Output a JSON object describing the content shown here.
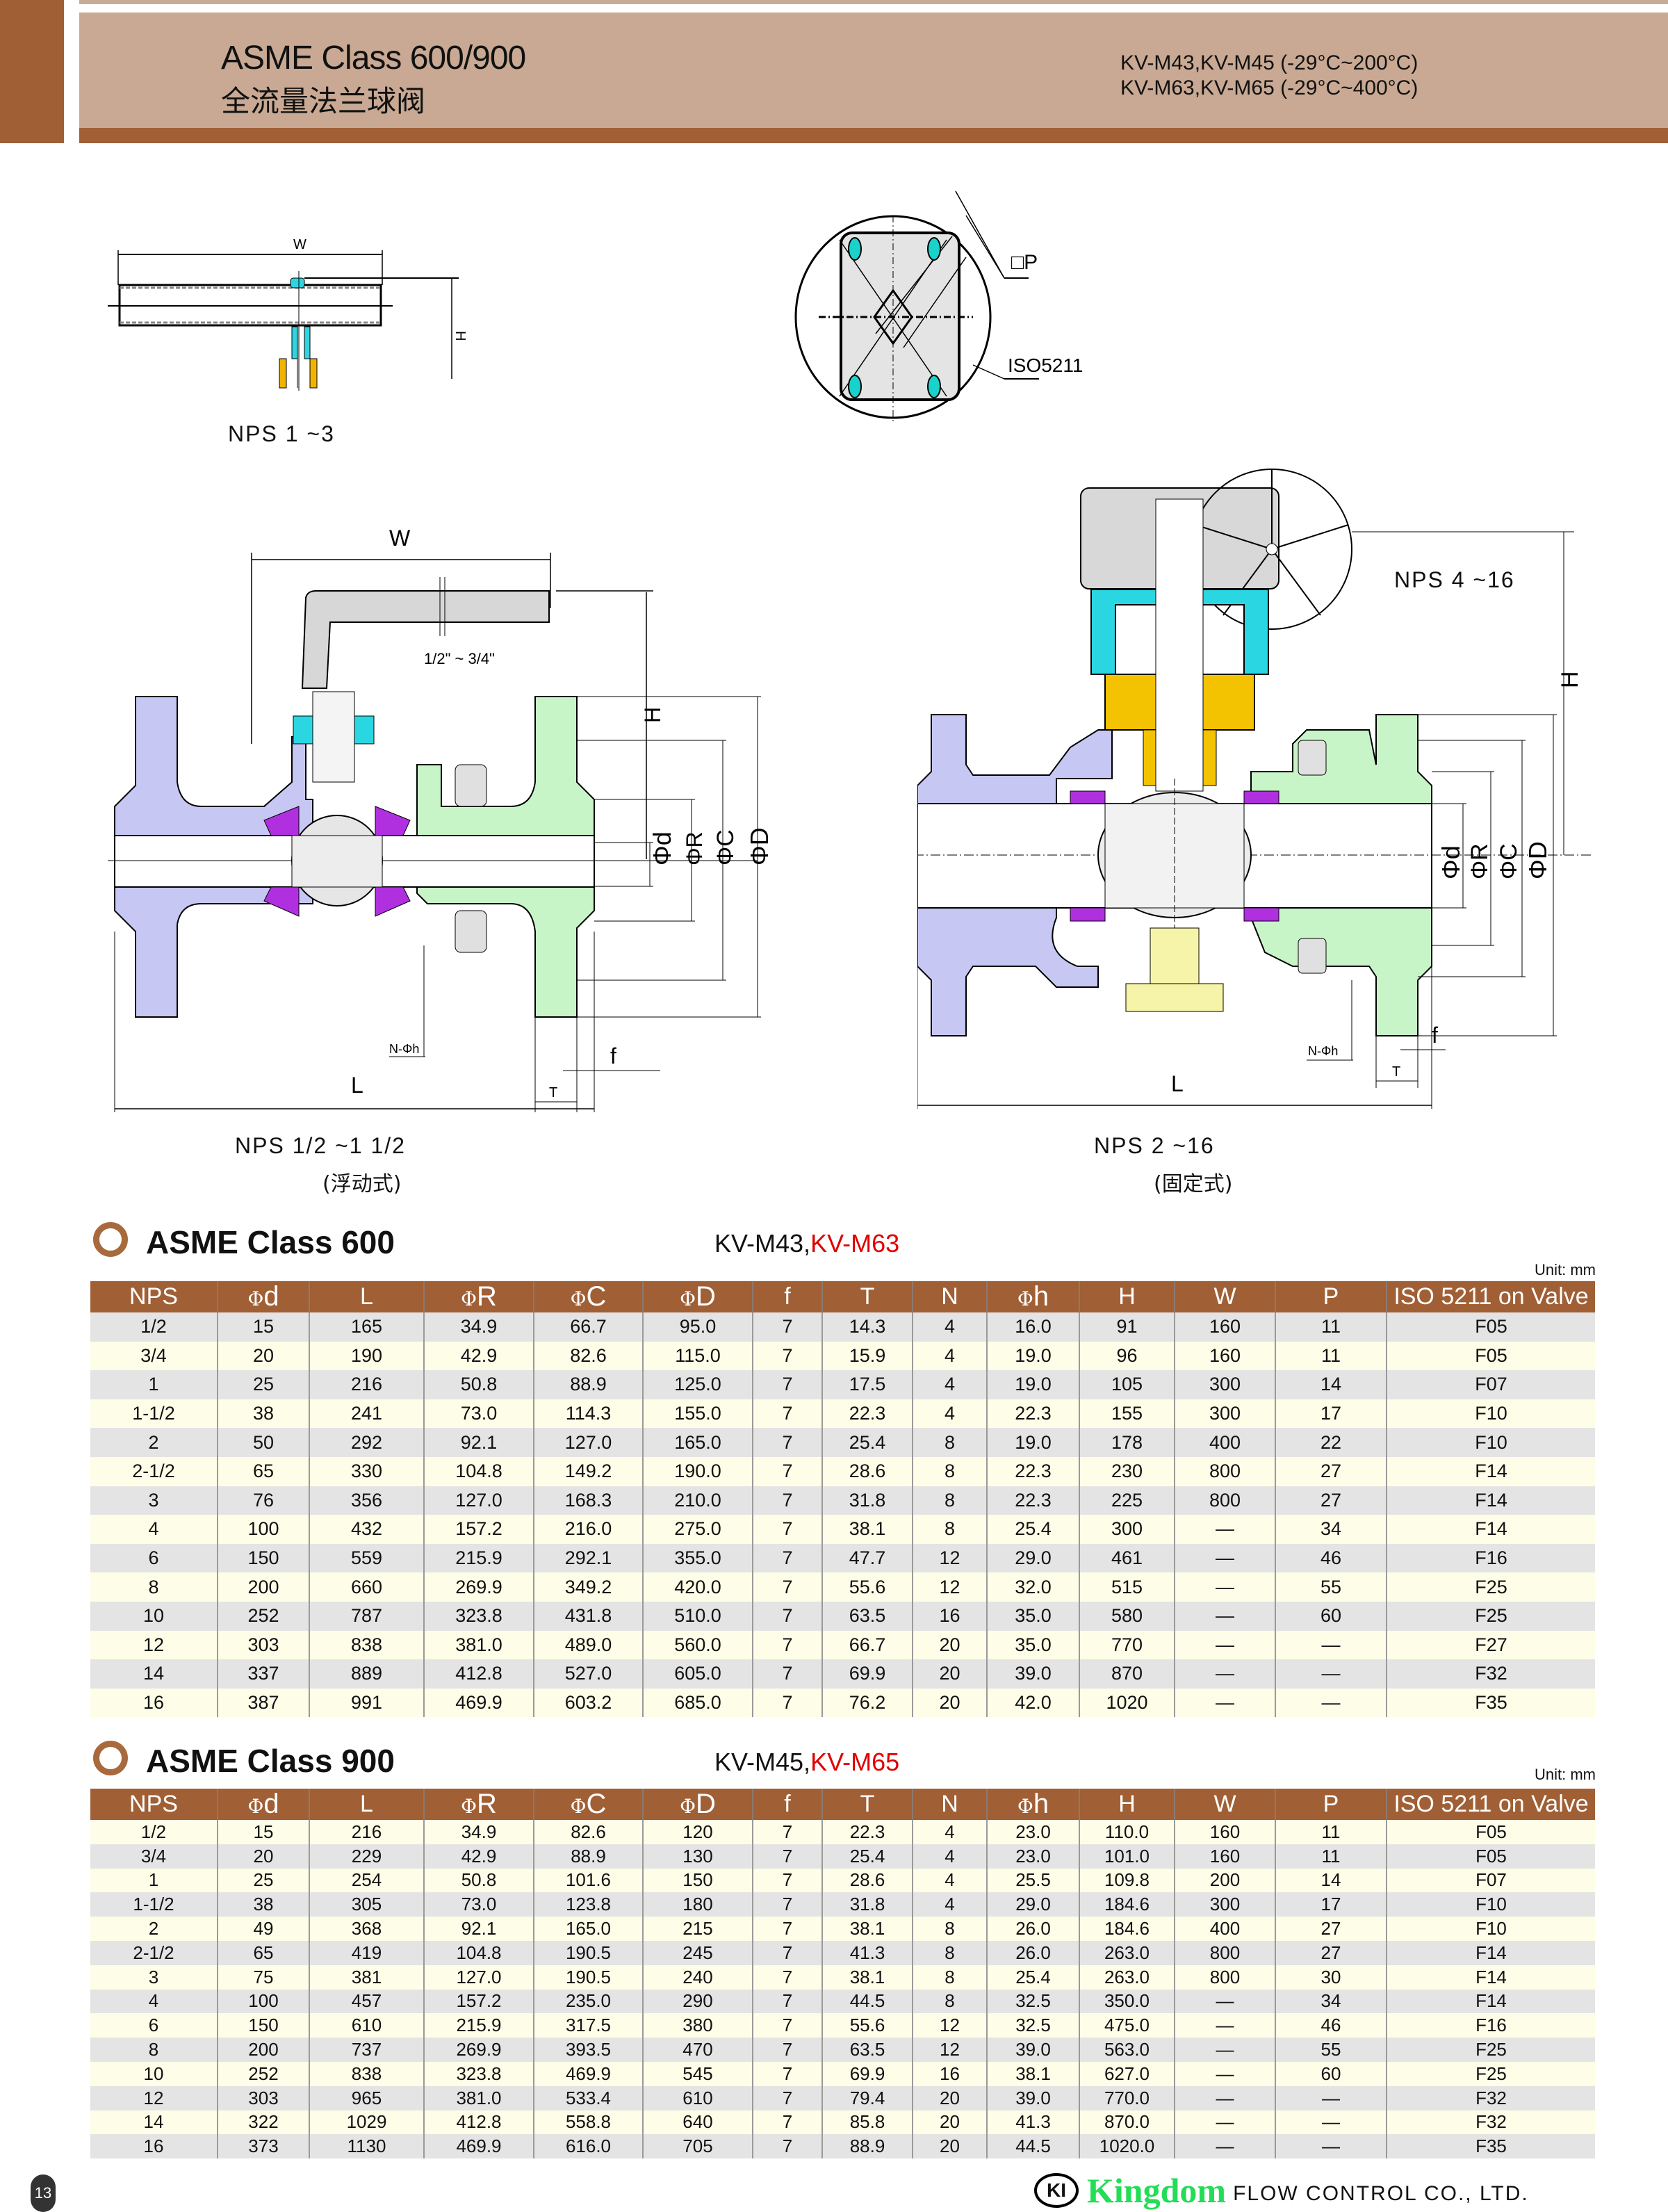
{
  "header": {
    "title_en": "ASME Class 600/900",
    "title_cn": "全流量法兰球阀",
    "model_line_1": "KV-M43,KV-M45 (-29°C~200°C)",
    "model_line_2": "KV-M63,KV-M65 (-29°C~400°C)",
    "colors": {
      "band": "#c9a993",
      "accent": "#a05f34"
    }
  },
  "drawings": {
    "handle_top_view": {
      "label": "NPS 1 ~3",
      "dim_w": "W",
      "dim_h": "H"
    },
    "iso_flange_view": {
      "label_p": "□P",
      "label_iso": "ISO5211"
    },
    "floating_ball": {
      "label": "NPS 1/2 ~1 1/2",
      "sub": "(浮动式)",
      "dims": {
        "w": "W",
        "h": "H",
        "l": "L",
        "lever": "1/2\" ~ 3/4\"",
        "d": "Φd",
        "r": "ΦR",
        "c": "ΦC",
        "D": "ΦD",
        "nh": "N-Φh",
        "f": "f",
        "t": "T"
      }
    },
    "trunnion_ball": {
      "label": "NPS 2 ~16",
      "sub": "(固定式)",
      "gear_label": "NPS 4 ~16",
      "dims": {
        "h": "H",
        "l": "L",
        "d": "Φd",
        "r": "ΦR",
        "c": "ΦC",
        "D": "ΦD",
        "nh": "N-Φh",
        "f": "f",
        "t": "T"
      }
    }
  },
  "columns": [
    {
      "sym": "",
      "text": "NPS"
    },
    {
      "sym": "Φ",
      "text": "d"
    },
    {
      "sym": "",
      "text": "L"
    },
    {
      "sym": "Φ",
      "text": "R"
    },
    {
      "sym": "Φ",
      "text": "C"
    },
    {
      "sym": "Φ",
      "text": "D"
    },
    {
      "sym": "",
      "text": "f"
    },
    {
      "sym": "",
      "text": "T"
    },
    {
      "sym": "",
      "text": "N"
    },
    {
      "sym": "Φ",
      "text": "h"
    },
    {
      "sym": "",
      "text": "H"
    },
    {
      "sym": "",
      "text": "W"
    },
    {
      "sym": "",
      "text": "P"
    },
    {
      "sym": "",
      "text": "ISO 5211 on Valve"
    }
  ],
  "class600": {
    "title": "ASME Class 600",
    "models_black": "KV-M43,",
    "models_red": "KV-M63",
    "unit": "Unit: mm",
    "rows": [
      [
        "1/2",
        "15",
        "165",
        "34.9",
        "66.7",
        "95.0",
        "7",
        "14.3",
        "4",
        "16.0",
        "91",
        "160",
        "11",
        "F05"
      ],
      [
        "3/4",
        "20",
        "190",
        "42.9",
        "82.6",
        "115.0",
        "7",
        "15.9",
        "4",
        "19.0",
        "96",
        "160",
        "11",
        "F05"
      ],
      [
        "1",
        "25",
        "216",
        "50.8",
        "88.9",
        "125.0",
        "7",
        "17.5",
        "4",
        "19.0",
        "105",
        "300",
        "14",
        "F07"
      ],
      [
        "1-1/2",
        "38",
        "241",
        "73.0",
        "114.3",
        "155.0",
        "7",
        "22.3",
        "4",
        "22.3",
        "155",
        "300",
        "17",
        "F10"
      ],
      [
        "2",
        "50",
        "292",
        "92.1",
        "127.0",
        "165.0",
        "7",
        "25.4",
        "8",
        "19.0",
        "178",
        "400",
        "22",
        "F10"
      ],
      [
        "2-1/2",
        "65",
        "330",
        "104.8",
        "149.2",
        "190.0",
        "7",
        "28.6",
        "8",
        "22.3",
        "230",
        "800",
        "27",
        "F14"
      ],
      [
        "3",
        "76",
        "356",
        "127.0",
        "168.3",
        "210.0",
        "7",
        "31.8",
        "8",
        "22.3",
        "225",
        "800",
        "27",
        "F14"
      ],
      [
        "4",
        "100",
        "432",
        "157.2",
        "216.0",
        "275.0",
        "7",
        "38.1",
        "8",
        "25.4",
        "300",
        "—",
        "34",
        "F14"
      ],
      [
        "6",
        "150",
        "559",
        "215.9",
        "292.1",
        "355.0",
        "7",
        "47.7",
        "12",
        "29.0",
        "461",
        "—",
        "46",
        "F16"
      ],
      [
        "8",
        "200",
        "660",
        "269.9",
        "349.2",
        "420.0",
        "7",
        "55.6",
        "12",
        "32.0",
        "515",
        "—",
        "55",
        "F25"
      ],
      [
        "10",
        "252",
        "787",
        "323.8",
        "431.8",
        "510.0",
        "7",
        "63.5",
        "16",
        "35.0",
        "580",
        "—",
        "60",
        "F25"
      ],
      [
        "12",
        "303",
        "838",
        "381.0",
        "489.0",
        "560.0",
        "7",
        "66.7",
        "20",
        "35.0",
        "770",
        "—",
        "—",
        "F27"
      ],
      [
        "14",
        "337",
        "889",
        "412.8",
        "527.0",
        "605.0",
        "7",
        "69.9",
        "20",
        "39.0",
        "870",
        "—",
        "—",
        "F32"
      ],
      [
        "16",
        "387",
        "991",
        "469.9",
        "603.2",
        "685.0",
        "7",
        "76.2",
        "20",
        "42.0",
        "1020",
        "—",
        "—",
        "F35"
      ]
    ]
  },
  "class900": {
    "title": "ASME Class 900",
    "models_black": "KV-M45,",
    "models_red": "KV-M65",
    "unit": "Unit: mm",
    "rows": [
      [
        "1/2",
        "15",
        "216",
        "34.9",
        "82.6",
        "120",
        "7",
        "22.3",
        "4",
        "23.0",
        "110.0",
        "160",
        "11",
        "F05"
      ],
      [
        "3/4",
        "20",
        "229",
        "42.9",
        "88.9",
        "130",
        "7",
        "25.4",
        "4",
        "23.0",
        "101.0",
        "160",
        "11",
        "F05"
      ],
      [
        "1",
        "25",
        "254",
        "50.8",
        "101.6",
        "150",
        "7",
        "28.6",
        "4",
        "25.5",
        "109.8",
        "200",
        "14",
        "F07"
      ],
      [
        "1-1/2",
        "38",
        "305",
        "73.0",
        "123.8",
        "180",
        "7",
        "31.8",
        "4",
        "29.0",
        "184.6",
        "300",
        "17",
        "F10"
      ],
      [
        "2",
        "49",
        "368",
        "92.1",
        "165.0",
        "215",
        "7",
        "38.1",
        "8",
        "26.0",
        "184.6",
        "400",
        "27",
        "F10"
      ],
      [
        "2-1/2",
        "65",
        "419",
        "104.8",
        "190.5",
        "245",
        "7",
        "41.3",
        "8",
        "26.0",
        "263.0",
        "800",
        "27",
        "F14"
      ],
      [
        "3",
        "75",
        "381",
        "127.0",
        "190.5",
        "240",
        "7",
        "38.1",
        "8",
        "25.4",
        "263.0",
        "800",
        "30",
        "F14"
      ],
      [
        "4",
        "100",
        "457",
        "157.2",
        "235.0",
        "290",
        "7",
        "44.5",
        "8",
        "32.5",
        "350.0",
        "—",
        "34",
        "F14"
      ],
      [
        "6",
        "150",
        "610",
        "215.9",
        "317.5",
        "380",
        "7",
        "55.6",
        "12",
        "32.5",
        "475.0",
        "—",
        "46",
        "F16"
      ],
      [
        "8",
        "200",
        "737",
        "269.9",
        "393.5",
        "470",
        "7",
        "63.5",
        "12",
        "39.0",
        "563.0",
        "—",
        "55",
        "F25"
      ],
      [
        "10",
        "252",
        "838",
        "323.8",
        "469.9",
        "545",
        "7",
        "69.9",
        "16",
        "38.1",
        "627.0",
        "—",
        "60",
        "F25"
      ],
      [
        "12",
        "303",
        "965",
        "381.0",
        "533.4",
        "610",
        "7",
        "79.4",
        "20",
        "39.0",
        "770.0",
        "—",
        "—",
        "F32"
      ],
      [
        "14",
        "322",
        "1029",
        "412.8",
        "558.8",
        "640",
        "7",
        "85.8",
        "20",
        "41.3",
        "870.0",
        "—",
        "—",
        "F32"
      ],
      [
        "16",
        "373",
        "1130",
        "469.9",
        "616.0",
        "705",
        "7",
        "88.9",
        "20",
        "44.5",
        "1020.0",
        "—",
        "—",
        "F35"
      ]
    ]
  },
  "footer": {
    "page_number": "13",
    "logo_text": "KI",
    "brand_name": "Kingdom",
    "brand_rest": "FLOW CONTROL CO., LTD.",
    "brand_color": "#22dd55"
  }
}
